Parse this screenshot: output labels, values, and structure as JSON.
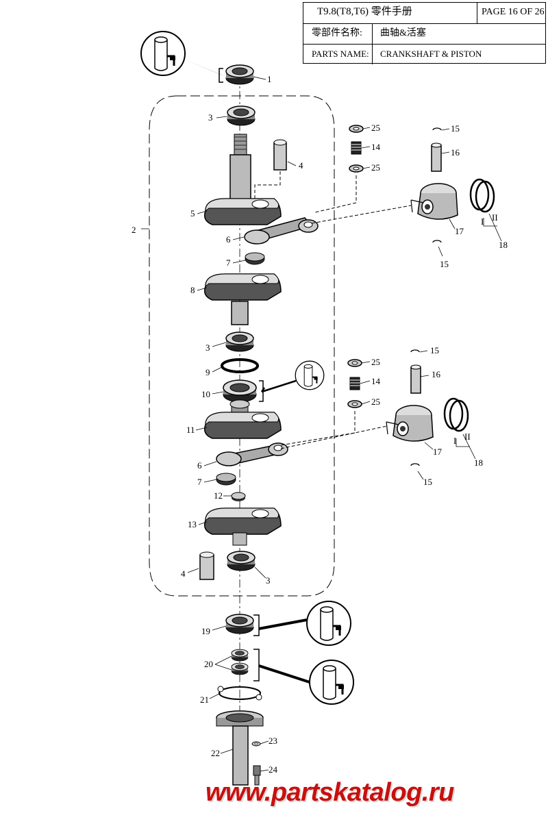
{
  "title_block": {
    "model": "T9.8(T8,T6) 零件手册",
    "page": "PAGE 16 OF 26",
    "cn_label": "零部件名称:",
    "cn_value": "曲轴&活塞",
    "en_label": "PARTS NAME:",
    "en_value": "CRANKSHAFT & PISTON"
  },
  "callouts": [
    "1",
    "2",
    "3",
    "4",
    "5",
    "6",
    "7",
    "8",
    "3",
    "9",
    "10",
    "11",
    "6",
    "7",
    "12",
    "13",
    "4",
    "3",
    "19",
    "20",
    "21",
    "22",
    "23",
    "24",
    "25",
    "14",
    "25",
    "15",
    "16",
    "17",
    "15",
    "18",
    "25",
    "14",
    "25",
    "15",
    "16",
    "17",
    "15",
    "18"
  ],
  "ring_marks": [
    "I",
    "II",
    "I",
    "II"
  ],
  "watermark": "www.partskatalog.ru"
}
